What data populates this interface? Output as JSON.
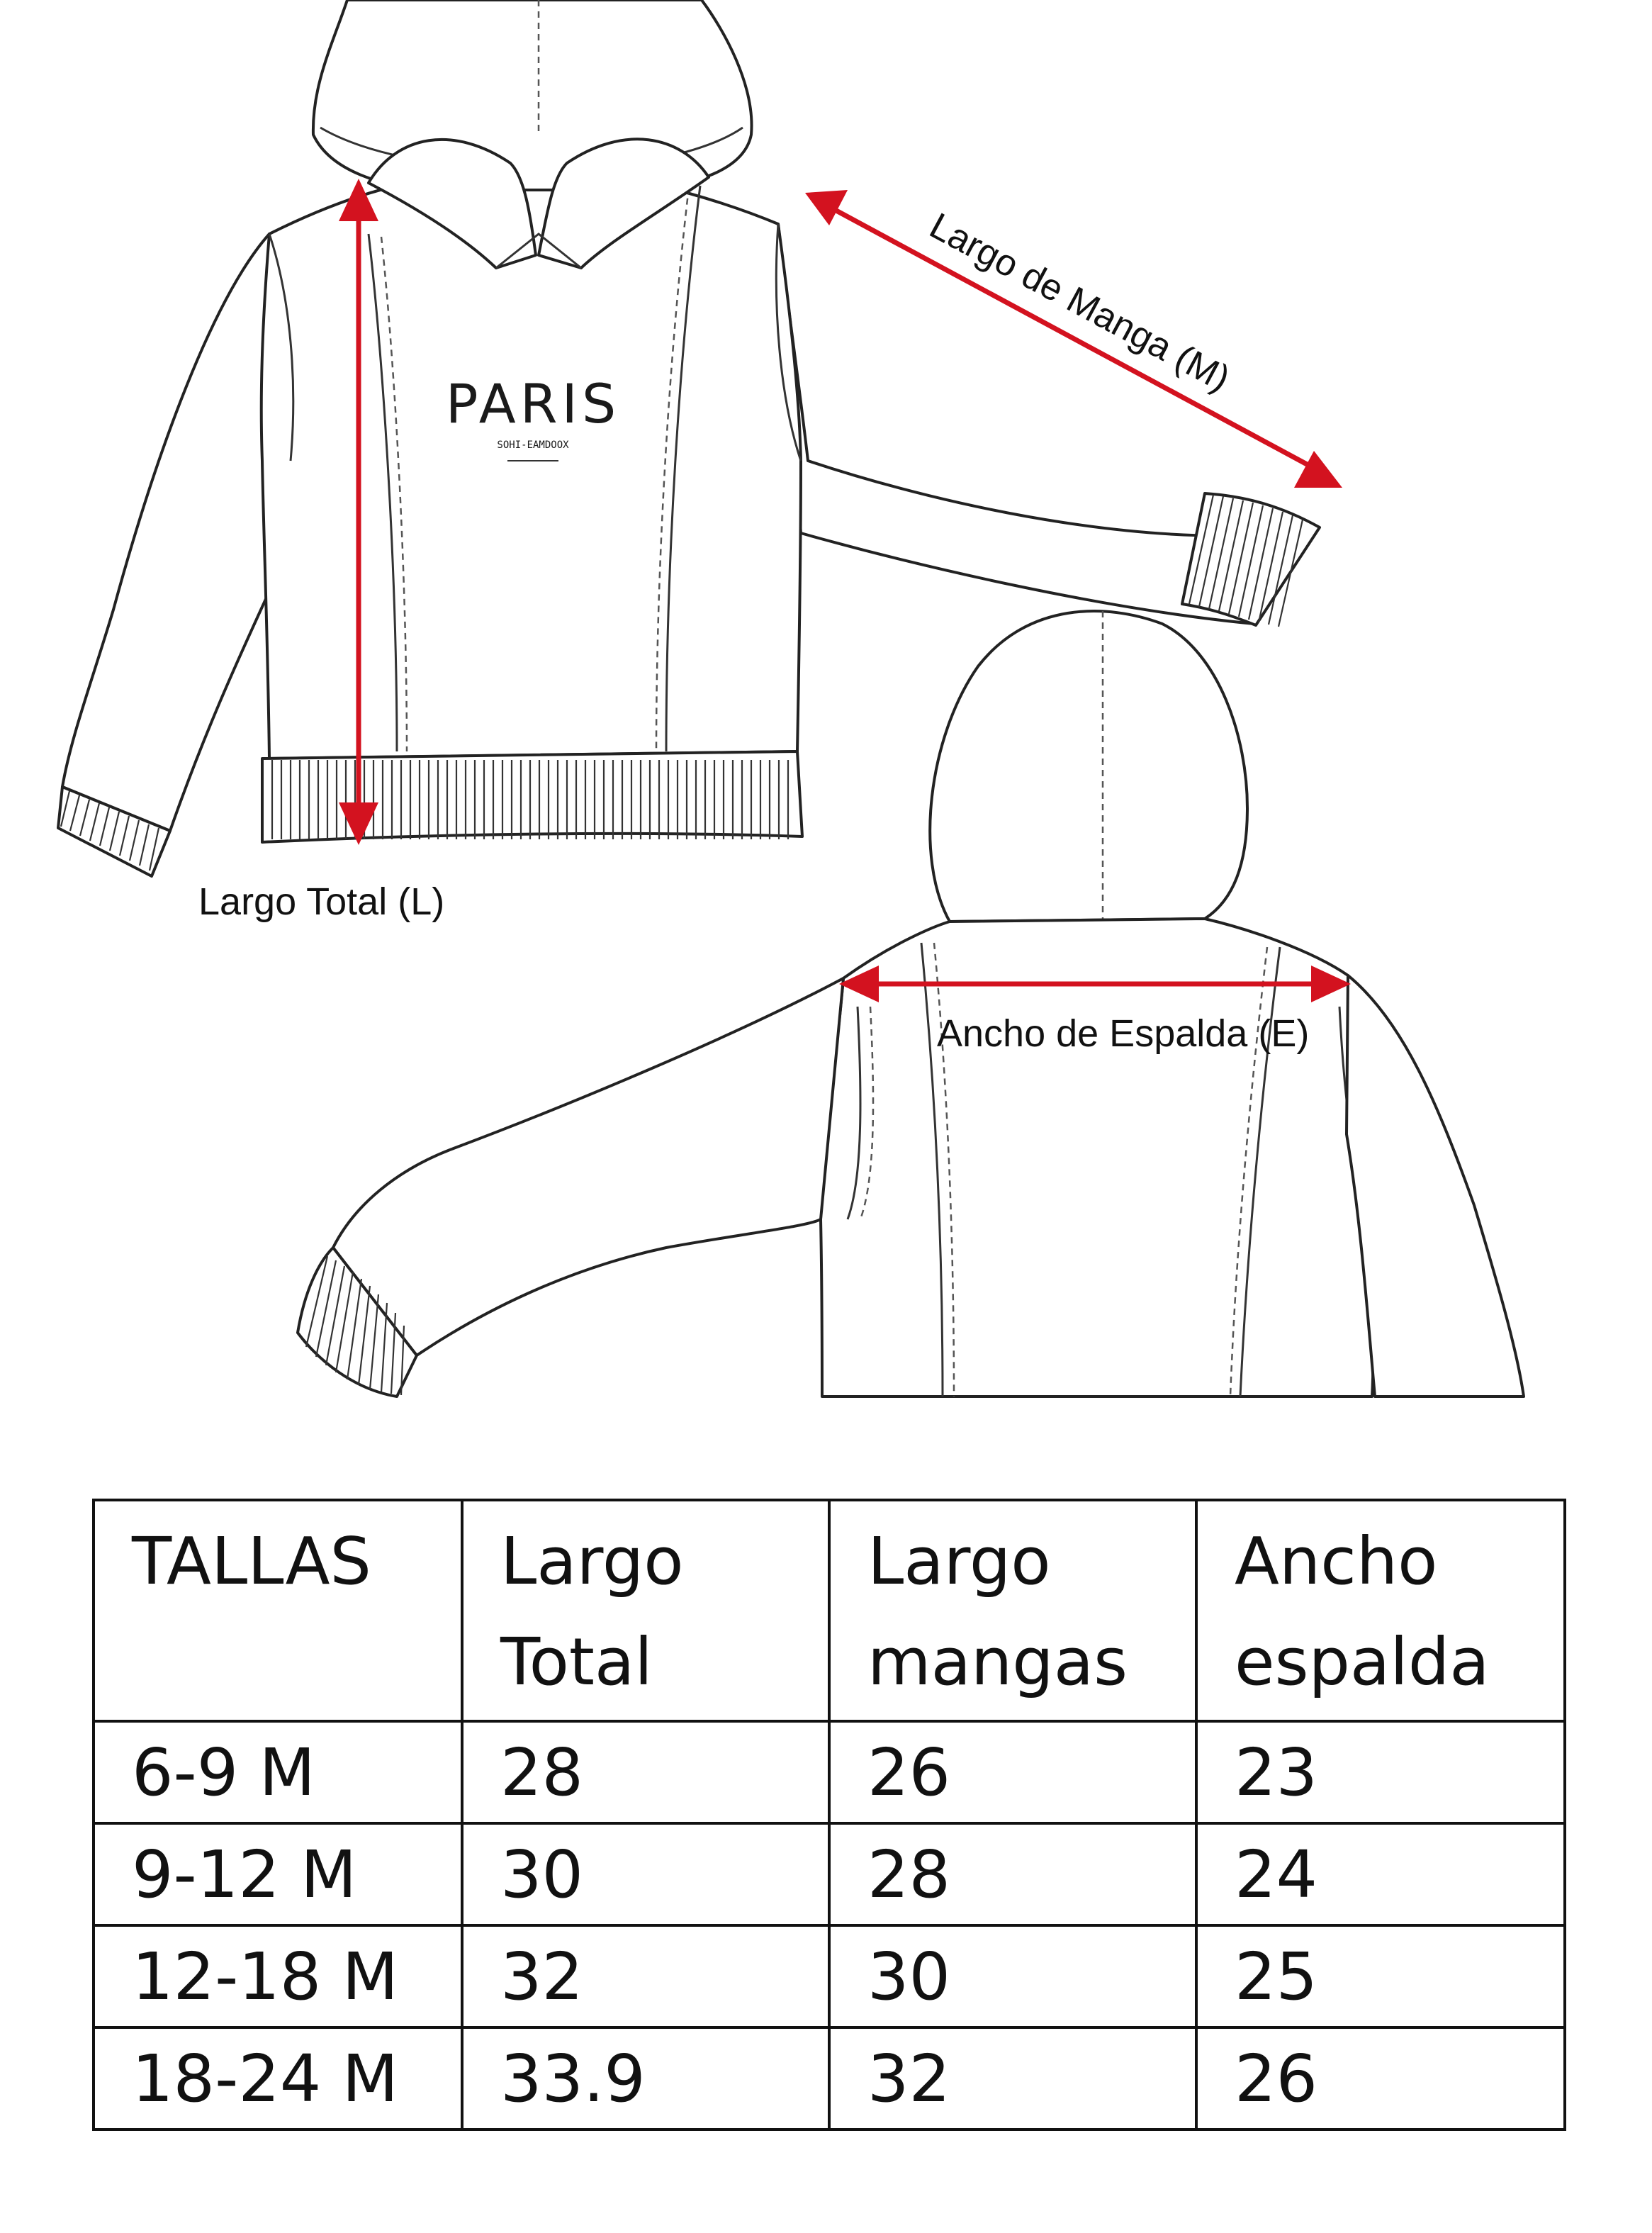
{
  "illustration": {
    "print_text": "PARIS",
    "print_subtext": "SOHI-EAMDOOX",
    "labels": {
      "total_length": "Largo Total (L)",
      "sleeve_length": "Largo de Manga (M)",
      "back_width": "Ancho de Espalda (E)"
    },
    "colors": {
      "arrow": "#d3121f",
      "outline": "#222222"
    }
  },
  "size_table": {
    "headers": [
      "TALLAS",
      "Largo\nTotal",
      "Largo\nmangas",
      "Ancho\nespalda"
    ],
    "rows": [
      [
        "6-9 M",
        "28",
        "26",
        "23"
      ],
      [
        "9-12 M",
        "30",
        "28",
        "24"
      ],
      [
        "12-18 M",
        "32",
        "30",
        "25"
      ],
      [
        "18-24 M",
        "33.9",
        "32",
        "26"
      ]
    ]
  }
}
